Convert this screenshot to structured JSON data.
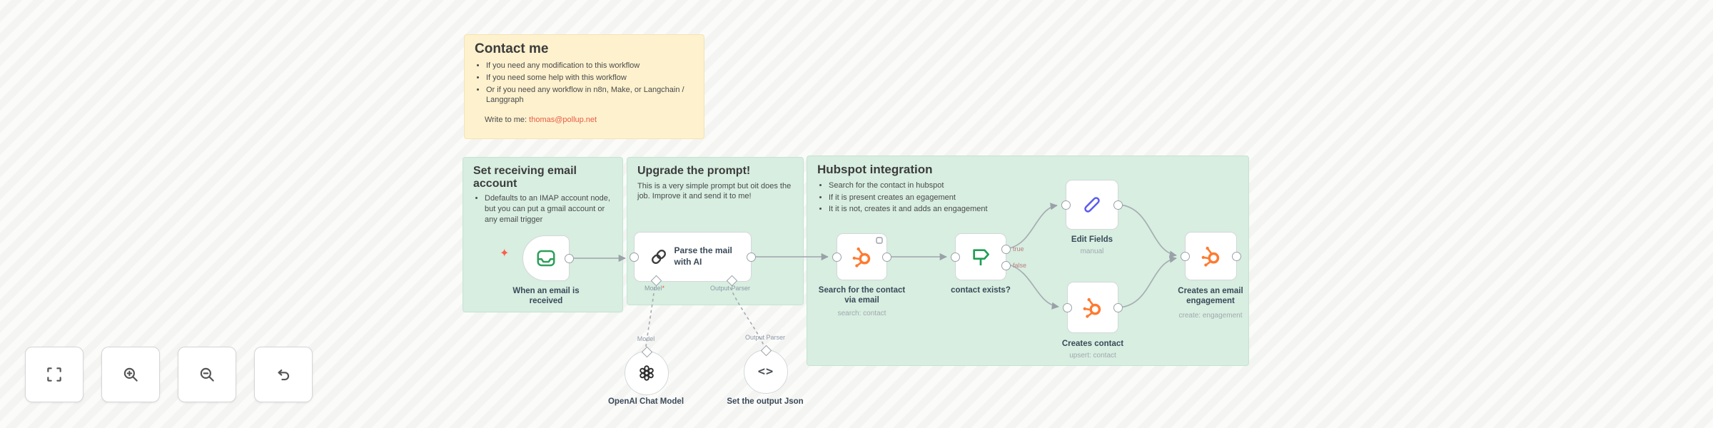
{
  "notes": {
    "contact": {
      "title": "Contact me",
      "bullets": [
        "If you need any modification to this workflow",
        "If you need some help with this workflow",
        "Or if you need any workflow in n8n, Make, or Langchain / Langgraph"
      ],
      "write_prefix": "Write to me: ",
      "email": "thomas@pollup.net"
    },
    "receiving": {
      "title": "Set receiving email account",
      "bullets": [
        "Ddefaults to an IMAP account node, but you can put a gmail account or any email trigger"
      ]
    },
    "prompt": {
      "title": "Upgrade the prompt!",
      "body": "This is a very simple prompt but oit does the job. Improve it and send it to me!"
    },
    "hubspot": {
      "title": "Hubspot integration",
      "bullets": [
        "Search for the contact in hubspot",
        "If it is present creates an egagement",
        "It it is not, creates it and adds an engagement"
      ]
    }
  },
  "nodes": {
    "trigger": {
      "label": "When an email is received"
    },
    "parse": {
      "label": "Parse the mail with AI",
      "model_port": "Model",
      "model_required_marker": "*",
      "output_parser_port": "Output Parser"
    },
    "search": {
      "label": "Search for the contact via email",
      "subtitle": "search: contact"
    },
    "if": {
      "label": "contact exists?",
      "out_true": "true",
      "out_false": "false"
    },
    "edit": {
      "label": "Edit Fields",
      "subtitle": "manual"
    },
    "create_contact": {
      "label": "Creates contact",
      "subtitle": "upsert: contact"
    },
    "engagement": {
      "label": "Creates an email engagement",
      "subtitle": "create: engagement"
    },
    "openai": {
      "label": "OpenAI Chat Model",
      "port_label": "Model"
    },
    "set_json": {
      "label": "Set the output Json",
      "port_label": "Output Parser"
    }
  },
  "icons": {
    "trigger_spark": "✦",
    "code": "<>"
  },
  "colors": {
    "sticky_yellow": "#fdf1ce",
    "sticky_green": "#d7eee1",
    "hubspot_orange": "#ff7a30",
    "node_green": "#2e9e5b",
    "pen_blue": "#5b5bef",
    "link_red": "#ea5b44",
    "wire_gray": "#a8aeb4"
  }
}
